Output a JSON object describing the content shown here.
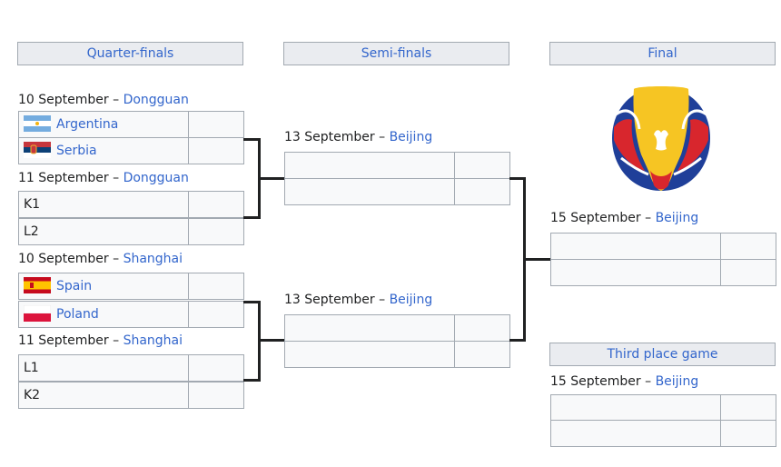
{
  "rounds": {
    "quarter": "Quarter-finals",
    "semi": "Semi-finals",
    "final": "Final",
    "third": "Third place game"
  },
  "matches": {
    "qf1": {
      "date": "10 September",
      "sep": " – ",
      "venue": "Dongguan",
      "team1": {
        "name": "Argentina",
        "flag": "argentina-flag"
      },
      "team2": {
        "name": "Serbia",
        "flag": "serbia-flag"
      }
    },
    "qf2": {
      "date": "11 September",
      "sep": " – ",
      "venue": "Dongguan",
      "team1": {
        "name": "K1"
      },
      "team2": {
        "name": "L2"
      }
    },
    "qf3": {
      "date": "10 September",
      "sep": " – ",
      "venue": "Shanghai",
      "team1": {
        "name": "Spain",
        "flag": "spain-flag"
      },
      "team2": {
        "name": "Poland",
        "flag": "poland-flag"
      }
    },
    "qf4": {
      "date": "11 September",
      "sep": " – ",
      "venue": "Shanghai",
      "team1": {
        "name": "L1"
      },
      "team2": {
        "name": "K2"
      }
    },
    "sf1": {
      "date": "13 September",
      "sep": " – ",
      "venue": "Beijing"
    },
    "sf2": {
      "date": "13 September",
      "sep": " – ",
      "venue": "Beijing"
    },
    "final": {
      "date": "15 September",
      "sep": " – ",
      "venue": "Beijing"
    },
    "third": {
      "date": "15 September",
      "sep": " – ",
      "venue": "Beijing"
    }
  },
  "logo": {
    "name": "fiba-world-cup-2019-logo",
    "colors": [
      "#f6c523",
      "#1f3f99",
      "#d8262d"
    ]
  },
  "colors": {
    "link": "#3366cc",
    "border": "#a2a9b1",
    "header_bg": "#eaecf0",
    "cell_bg": "#f8f9fa",
    "connector": "#202122"
  }
}
